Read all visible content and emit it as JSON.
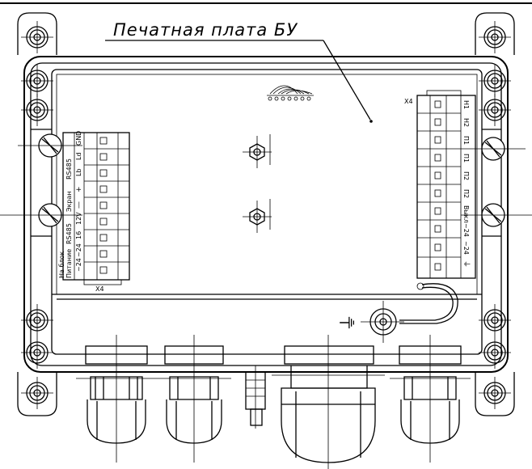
{
  "title_label": "Печатная плата БУ",
  "left_connector": {
    "group_labels": [
      "На блок",
      "Питание",
      "RS485",
      "Экран",
      "RS485"
    ],
    "terminal_labels": [
      "GND",
      "Ld",
      "Lb",
      "+",
      "—",
      "12V",
      "16",
      "~24",
      "~24"
    ],
    "bottom_label": "X4"
  },
  "right_connector": {
    "top_label": "X4",
    "terminal_labels": [
      "H1",
      "H2",
      "П1",
      "П1",
      "П2",
      "П2",
      "Выкл",
      "~24",
      "~24",
      "⏚"
    ]
  },
  "ground_symbol": "⏚"
}
